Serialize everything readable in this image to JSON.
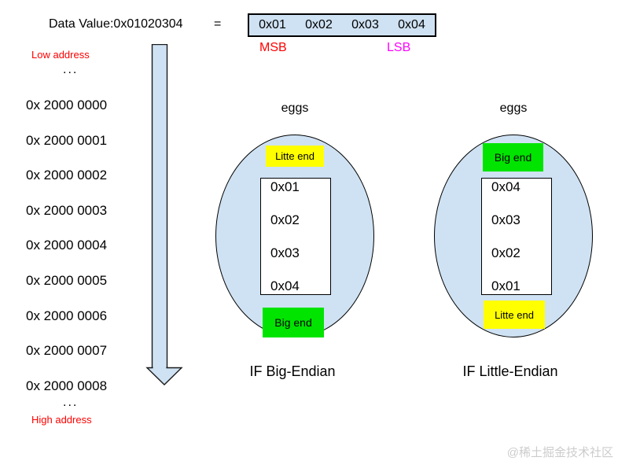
{
  "header": {
    "data_value_label": "Data Value:0x01020304",
    "equals": "=",
    "bytes": [
      "0x01",
      "0x02",
      "0x03",
      "0x04"
    ],
    "msb": "MSB",
    "lsb": "LSB"
  },
  "memory": {
    "low_label": "Low address",
    "high_label": "High address",
    "ellipsis": "...",
    "addresses": [
      "0x 2000 0000",
      "0x 2000 0001",
      "0x 2000 0002",
      "0x 2000 0003",
      "0x 2000 0004",
      "0x 2000 0005",
      "0x 2000 0006",
      "0x 2000 0007",
      "0x 2000 0008"
    ]
  },
  "left_egg": {
    "title": "eggs",
    "top_label": "Litte end",
    "bytes": [
      "0x01",
      "0x02",
      "0x03",
      "0x04"
    ],
    "bottom_label": "Big end",
    "caption": "IF Big-Endian"
  },
  "right_egg": {
    "title": "eggs",
    "top_label": "Big end",
    "bytes": [
      "0x04",
      "0x03",
      "0x02",
      "0x01"
    ],
    "bottom_label": "Litte end",
    "caption": "IF Little-Endian"
  },
  "watermark": "@稀土掘金技术社区",
  "colors": {
    "light_blue": "#cfe2f3",
    "yellow": "#ffff00",
    "green": "#00e400",
    "red": "#ff0000",
    "magenta": "#ff00ff",
    "watermark_gray": "#cccccc"
  }
}
